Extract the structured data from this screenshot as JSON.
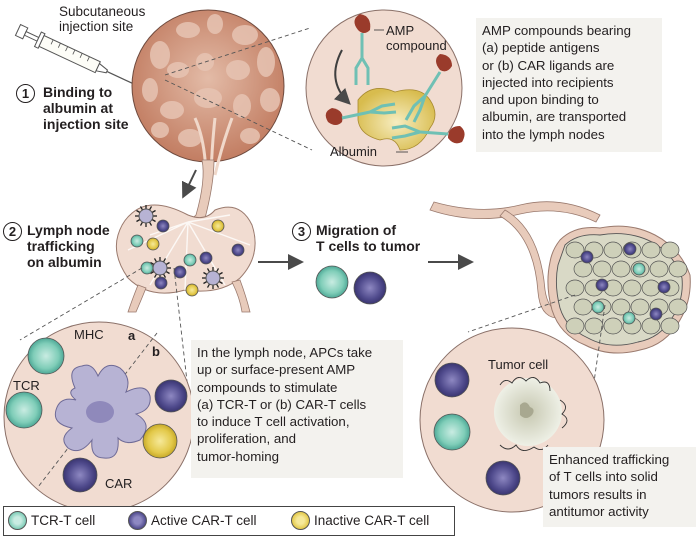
{
  "figure": {
    "injection_label": [
      "Subcutaneous",
      "injection site"
    ],
    "steps": [
      {
        "number": "1",
        "lines": [
          "Binding to",
          "albumin at",
          "injection site"
        ]
      },
      {
        "number": "2",
        "lines": [
          "Lymph node",
          "trafficking",
          "on albumin"
        ]
      },
      {
        "number": "3",
        "lines": [
          "Migration of",
          "T cells to tumor"
        ]
      }
    ],
    "inset_labels": {
      "amp_compound": [
        "AMP",
        "compound"
      ],
      "albumin": "Albumin",
      "mhc": "MHC",
      "tcr": "TCR",
      "car": "CAR",
      "panel_a": "a",
      "panel_b": "b",
      "tumor_cell": "Tumor cell"
    },
    "notes": {
      "injection": [
        "AMP compounds bearing",
        "(a) peptide antigens",
        "or (b) CAR ligands are",
        "injected into recipients",
        "and upon binding to",
        "albumin, are transported",
        "into the lymph nodes"
      ],
      "lymph_node": [
        "In the lymph node, APCs take",
        "up or surface-present AMP",
        "compounds to stimulate",
        "(a) TCR-T or (b) CAR-T cells",
        "to induce T cell activation,",
        "proliferation, and",
        "tumor-homing"
      ],
      "tumor": [
        "Enhanced trafficking",
        "of T cells into solid",
        "tumors results in",
        "antitumor activity"
      ]
    },
    "legend": [
      {
        "label": "TCR-T cell",
        "color": "#7fcdb8",
        "icon": "tcr-t-cell-icon"
      },
      {
        "label": "Active CAR-T cell",
        "color": "#6c66a6",
        "icon": "active-car-t-cell-icon"
      },
      {
        "label": "Inactive CAR-T cell",
        "color": "#e3c94a",
        "icon": "inactive-car-t-cell-icon"
      }
    ],
    "colors": {
      "tissue": "#c9876d",
      "inset_bg": "#f1dcd1",
      "albumin": "#dcc35a",
      "amp_head": "#9a3b2b",
      "amp_linker": "#6fc0b4",
      "tcr": "#c66bb0",
      "car": "#e39a2a",
      "apc": "#b7b3d4",
      "tumor": "#cfd0bd",
      "note_bg": "#f3f2ee"
    }
  }
}
